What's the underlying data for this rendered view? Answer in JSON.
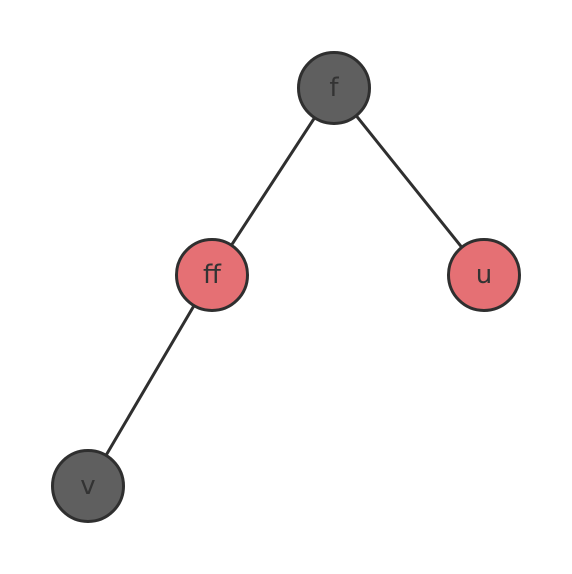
{
  "tree": {
    "nodes": [
      {
        "id": "f",
        "label": "f",
        "color": "black"
      },
      {
        "id": "ff",
        "label": "ff",
        "color": "red"
      },
      {
        "id": "u",
        "label": "u",
        "color": "red"
      },
      {
        "id": "v",
        "label": "v",
        "color": "black"
      }
    ],
    "edges": [
      {
        "from": "f",
        "to": "ff"
      },
      {
        "from": "f",
        "to": "u"
      },
      {
        "from": "ff",
        "to": "v"
      }
    ],
    "colors": {
      "black": "#5f5f5f",
      "red": "#e57074",
      "edge": "#2f2f2f"
    }
  }
}
